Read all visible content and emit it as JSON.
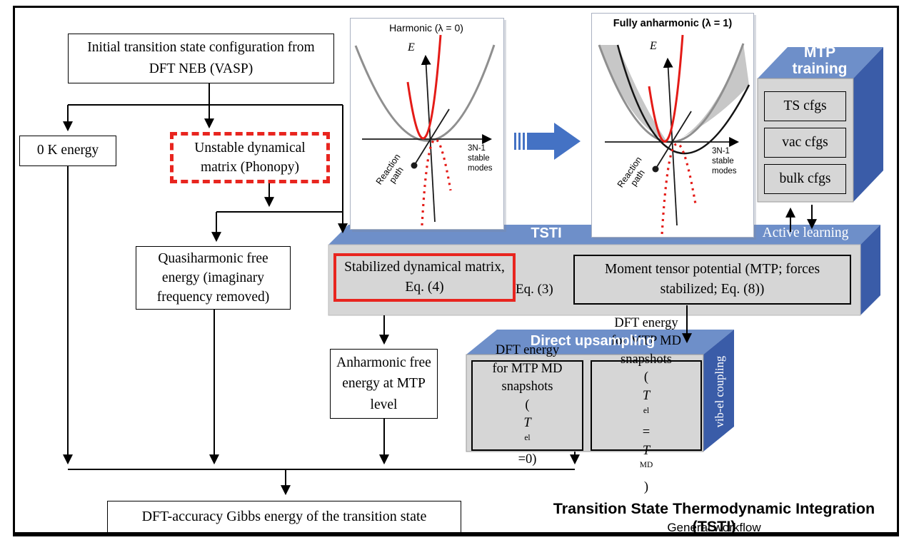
{
  "boxes": {
    "initial": "Initial transition state configuration from DFT NEB (VASP)",
    "zero_k": "0 K energy",
    "unstable": "Unstable dynamical matrix (Phonopy)",
    "quasiharmonic": "Quasiharmonic free energy (imaginary frequency removed)",
    "anharmonic": "Anharmonic free energy at MTP level",
    "gibbs": "DFT-accuracy Gibbs energy of the transition state"
  },
  "tsti": {
    "banner": "TSTI",
    "active_learning": "Active learning",
    "stabilized": "Stabilized dynamical matrix, Eq. (4)",
    "eq3": "Eq. (3)",
    "moment": "Moment tensor potential (MTP; forces stabilized; Eq. (8))"
  },
  "mtp_training": {
    "title": "MTP training",
    "items": [
      "TS cfgs",
      "vac cfgs",
      "bulk cfgs"
    ]
  },
  "direct_upsampling": {
    "title": "Direct upsampling",
    "side_label": "vib-el coupling",
    "left_box": {
      "lines": [
        "DFT energy",
        "for MTP MD",
        "snapshots"
      ],
      "formula": [
        "(",
        "T",
        "el",
        "=0)"
      ]
    },
    "right_box": {
      "lines": [
        "DFT energy",
        "for MTP MD",
        "snapshots"
      ],
      "formula": [
        "(",
        "T",
        "el",
        "=",
        "T",
        "MD",
        ")"
      ]
    }
  },
  "plots": {
    "harmonic": {
      "title": "Harmonic (λ = 0)",
      "e_label": "E",
      "x_label": "3N-1 stable modes",
      "path_label": "Reaction path"
    },
    "anharmonic": {
      "title": "Fully anharmonic (λ = 1)",
      "e_label": "E",
      "x_label": "3N-1 stable modes",
      "path_label": "Reaction path"
    }
  },
  "caption": {
    "title": "Transition State Thermodynamic Integration (TSTI)",
    "subtitle": "General workflow"
  },
  "colors": {
    "banner_blue": "#6e8fc9",
    "side_blue": "#3a5ca8",
    "box_gray": "#d6d6d6",
    "red": "#e8251f",
    "arrow_blue": "#4472c4",
    "curve_gray": "#8f8f8f"
  }
}
